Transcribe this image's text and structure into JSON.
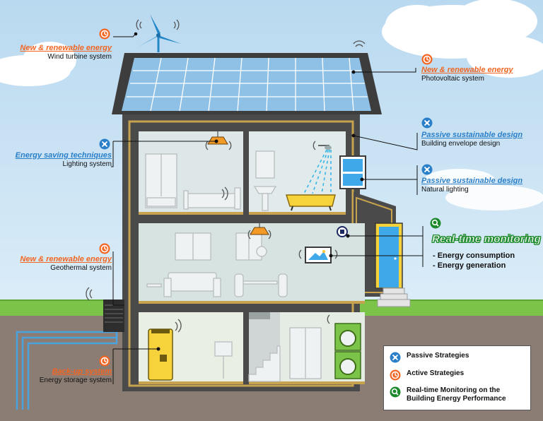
{
  "callouts": {
    "wind": {
      "category": "New & renewable energy",
      "system": "Wind turbine system"
    },
    "pv": {
      "category": "New & renewable energy",
      "system": "Photovoltaic system"
    },
    "lighting": {
      "category": "Energy saving techniques",
      "system": "Lighting system"
    },
    "envelope": {
      "category": "Passive sustainable design",
      "system": "Building envelope design"
    },
    "natural": {
      "category": "Passive sustainable design",
      "system": "Natural lighting"
    },
    "geothermal": {
      "category": "New & renewable energy",
      "system": "Geothermal system"
    },
    "backup": {
      "category": "Back-up system",
      "system": "Energy storage system"
    }
  },
  "monitoring": {
    "title": "Real-time monitoring",
    "items": [
      "- Energy consumption",
      "- Energy generation"
    ]
  },
  "legend": {
    "items": [
      {
        "icon": "passive-strategy-icon",
        "label": "Passive Strategies"
      },
      {
        "icon": "active-strategy-icon",
        "label": "Active Strategies"
      },
      {
        "icon": "monitoring-icon",
        "label": "Real-time Monitoring on the\nBuilding Energy Performance"
      }
    ]
  },
  "colors": {
    "active": "#f26522",
    "passive": "#2a7fc9",
    "monitoring": "#1c8a2c",
    "sky": "#c5e0f3",
    "ground": "#8c7d74",
    "grass": "#7cc34a",
    "house_wall": "#4a4a4a",
    "panel": "#9ec9ea"
  }
}
